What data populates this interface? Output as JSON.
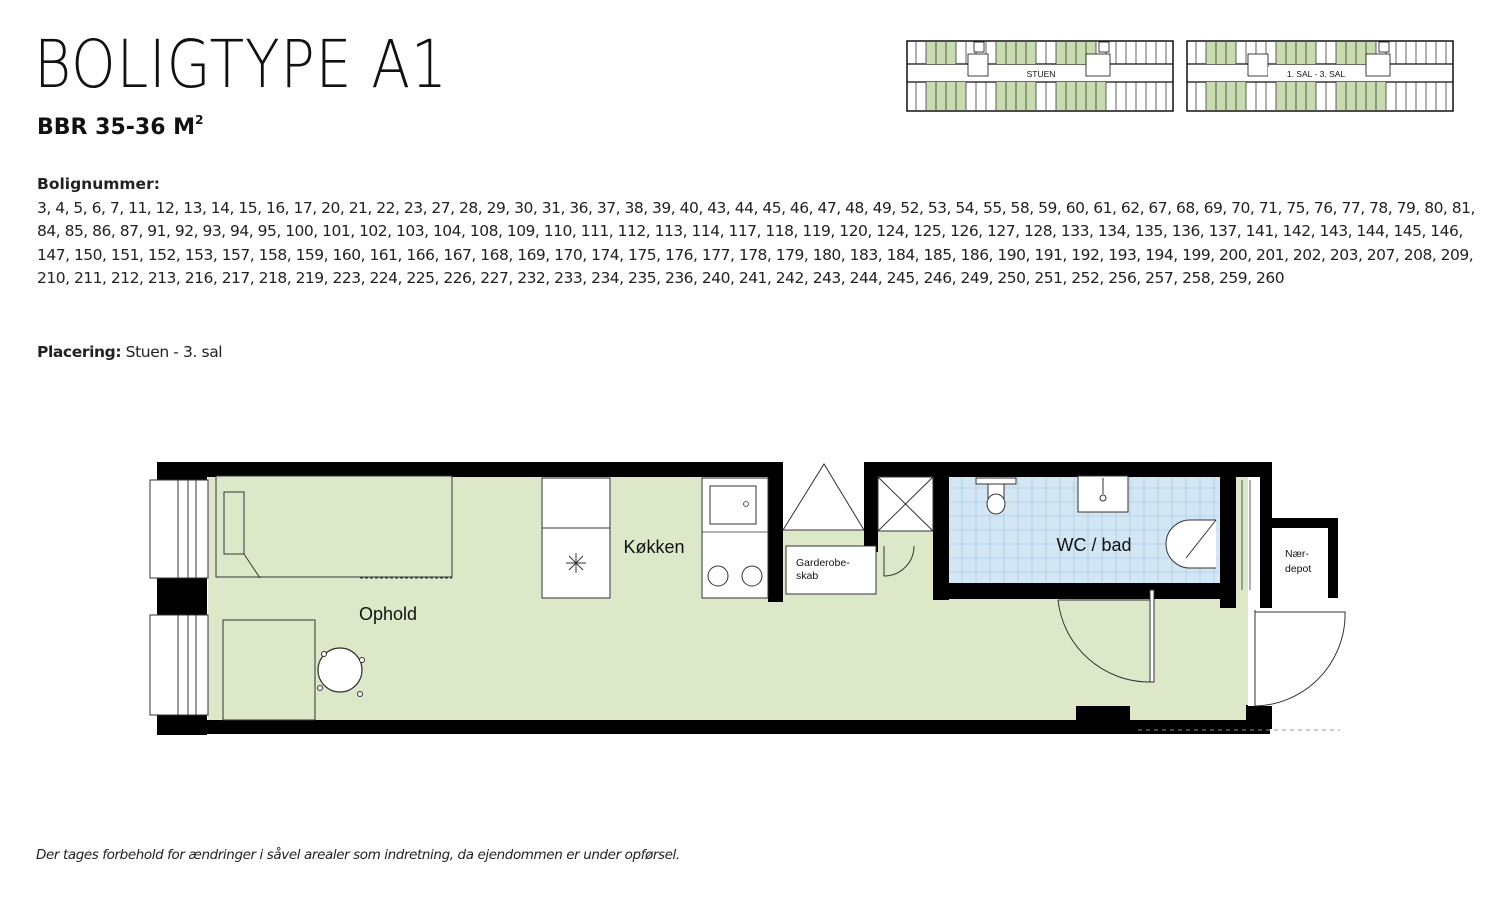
{
  "header": {
    "title": "BOLIGTYPE A1",
    "subtitle_prefix": "BBR 35-36 M",
    "subtitle_sup": "2"
  },
  "info": {
    "bolignummer_label": "Bolignummer:",
    "bolignummer_values": "3, 4, 5, 6, 7, 11, 12, 13, 14, 15, 16, 17, 20, 21, 22, 23, 27, 28, 29, 30, 31, 36, 37, 38, 39, 40, 43, 44, 45, 46, 47, 48, 49, 52, 53, 54, 55, 58, 59, 60, 61, 62, 67, 68, 69, 70, 71, 75, 76, 77, 78, 79, 80, 81, 84, 85, 86, 87, 91, 92, 93, 94, 95, 100, 101, 102, 103, 104, 108, 109, 110, 111, 112, 113, 114, 117, 118, 119, 120, 124, 125, 126, 127, 128, 133, 134, 135, 136, 137, 141, 142, 143, 144, 145, 146, 147, 150, 151, 152, 153, 157, 158, 159, 160, 161, 166, 167, 168, 169, 170, 174, 175, 176, 177, 178, 179, 180, 183, 184, 185, 186, 190, 191, 192, 193, 194, 199, 200, 201, 202, 203, 207, 208, 209, 210, 211, 212, 213, 216, 217, 218, 219, 223, 224, 225, 226, 227, 232, 233, 234, 235, 236, 240, 241, 242, 243, 244, 245, 246, 249, 250, 251, 252, 256, 257, 258, 259, 260",
    "placering_label": "Placering:",
    "placering_value": "Stuen - 3. sal"
  },
  "keyplans": [
    {
      "label": "STUEN"
    },
    {
      "label": "1. SAL - 3. SAL"
    }
  ],
  "floorplan": {
    "rooms": {
      "ophold": "Ophold",
      "kokken": "Køkken",
      "wc_bad": "WC / bad",
      "garderobe_line1": "Garderobe-",
      "garderobe_line2": "skab",
      "naer_line1": "Nær-",
      "naer_line2": "depot"
    }
  },
  "footer": {
    "disclaimer": "Der tages forbehold for ændringer i såvel arealer som indretning, da ejendommen er under opførsel."
  },
  "colors": {
    "room_fill": "#dde8c9",
    "bath_fill": "#d3e6f4",
    "wall": "#000000",
    "highlight_green": "#c9dcaf"
  }
}
